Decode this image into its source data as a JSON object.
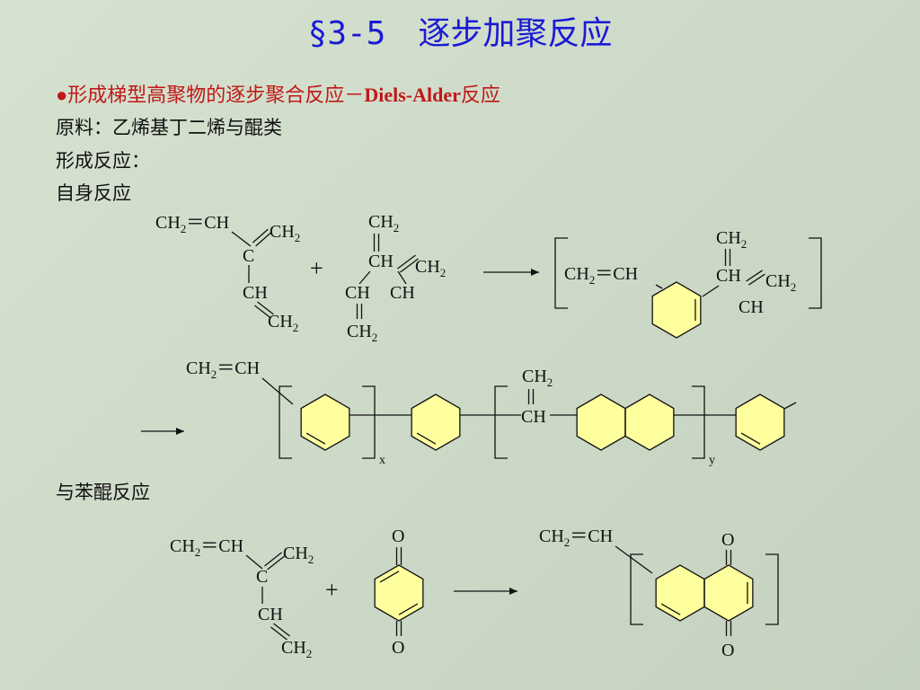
{
  "slide": {
    "title": "§3-5　逐步加聚反应",
    "heading": {
      "bullet": "●",
      "text_cn": "形成梯型高聚物的逐步聚合反应－",
      "text_bold": "Diels-Alder",
      "text_tail": "反应"
    },
    "materials_label": "原料：",
    "materials_text": "乙烯基丁二烯与醌类",
    "reaction_label": "形成反应：",
    "self_label": "自身反应",
    "quinone_label": "与苯醌反应"
  },
  "chem": {
    "ch2": "CH",
    "ch": "CH",
    "c": "C",
    "o": "O",
    "sub2": "2",
    "dbl": "＝",
    "plus": "+",
    "x": "x",
    "y": "y"
  },
  "colors": {
    "ring_fill": "#ffff9e",
    "title": "#1a1ad6",
    "heading": "#c01818"
  }
}
